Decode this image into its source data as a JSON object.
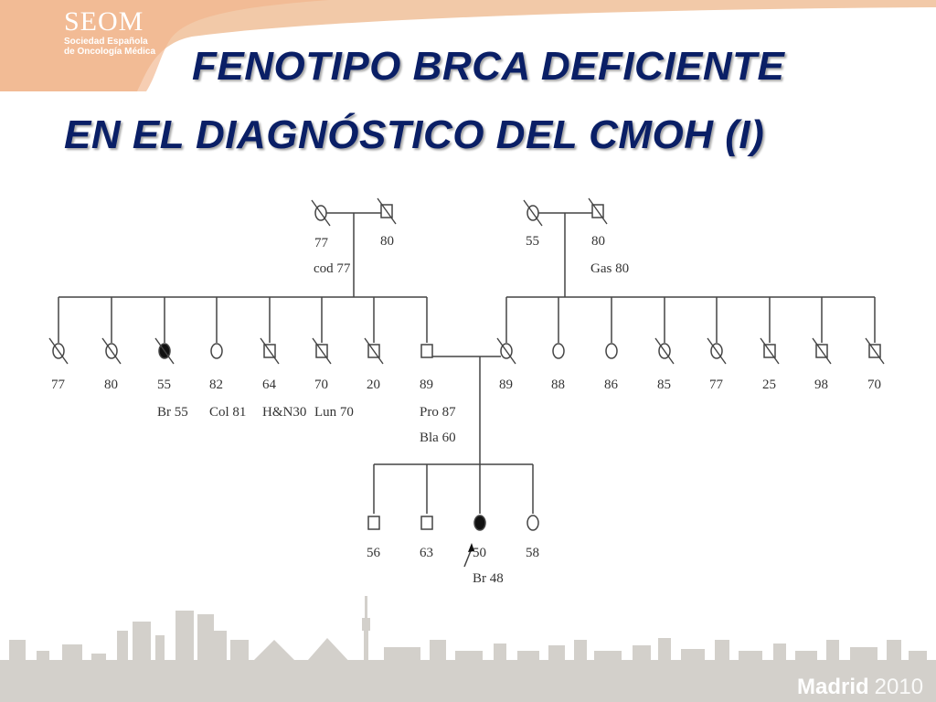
{
  "header": {
    "logo_main": "SEOM",
    "logo_line1": "Sociedad Española",
    "logo_line2": "de Oncología Médica",
    "title_line1": "FENOTIPO BRCA DEFICIENTE",
    "title_line2": "EN EL DIAGNÓSTICO DEL CMOH (I)"
  },
  "footer": {
    "city": "Madrid",
    "year": "2010"
  },
  "colors": {
    "header_band": "#f2c9a8",
    "title": "#0a1f66",
    "skyline": "#d3d0cb",
    "line": "#444444"
  },
  "pedigree": {
    "grandparents_paternal": {
      "female": {
        "age": "77",
        "note": "cod  77"
      },
      "male": {
        "age": "80"
      }
    },
    "grandparents_maternal": {
      "female": {
        "age": "55"
      },
      "male": {
        "age": "80",
        "note": "Gas  80"
      }
    },
    "paternal_siblings": [
      {
        "sex": "female",
        "deceased": true,
        "affected": false,
        "age": "77"
      },
      {
        "sex": "female",
        "deceased": true,
        "affected": false,
        "age": "80"
      },
      {
        "sex": "female",
        "deceased": true,
        "affected": true,
        "age": "55",
        "note": "Br   55"
      },
      {
        "sex": "female",
        "deceased": false,
        "affected": false,
        "age": "82",
        "note": "Col  81"
      },
      {
        "sex": "male",
        "deceased": true,
        "affected": false,
        "age": "64",
        "note": "H&N30"
      },
      {
        "sex": "male",
        "deceased": true,
        "affected": false,
        "age": "70",
        "note": "Lun  70"
      },
      {
        "sex": "male",
        "deceased": true,
        "affected": false,
        "age": "20"
      },
      {
        "sex": "male",
        "deceased": false,
        "affected": false,
        "age": "89",
        "note": "Pro   87",
        "note2": "Bla   60"
      }
    ],
    "maternal_siblings": [
      {
        "sex": "female",
        "deceased": true,
        "affected": false,
        "age": "89"
      },
      {
        "sex": "female",
        "deceased": false,
        "affected": false,
        "age": "88"
      },
      {
        "sex": "female",
        "deceased": false,
        "affected": false,
        "age": "86"
      },
      {
        "sex": "female",
        "deceased": true,
        "affected": false,
        "age": "85"
      },
      {
        "sex": "female",
        "deceased": true,
        "affected": false,
        "age": "77"
      },
      {
        "sex": "male",
        "deceased": true,
        "affected": false,
        "age": "25"
      },
      {
        "sex": "male",
        "deceased": true,
        "affected": false,
        "age": "98"
      },
      {
        "sex": "male",
        "deceased": true,
        "affected": false,
        "age": "70"
      }
    ],
    "children": [
      {
        "sex": "male",
        "deceased": false,
        "affected": false,
        "age": "56"
      },
      {
        "sex": "male",
        "deceased": false,
        "affected": false,
        "age": "63"
      },
      {
        "sex": "female",
        "deceased": false,
        "affected": true,
        "proband": true,
        "age": "50",
        "note": "Br   48"
      },
      {
        "sex": "female",
        "deceased": false,
        "affected": false,
        "age": "58"
      }
    ]
  }
}
